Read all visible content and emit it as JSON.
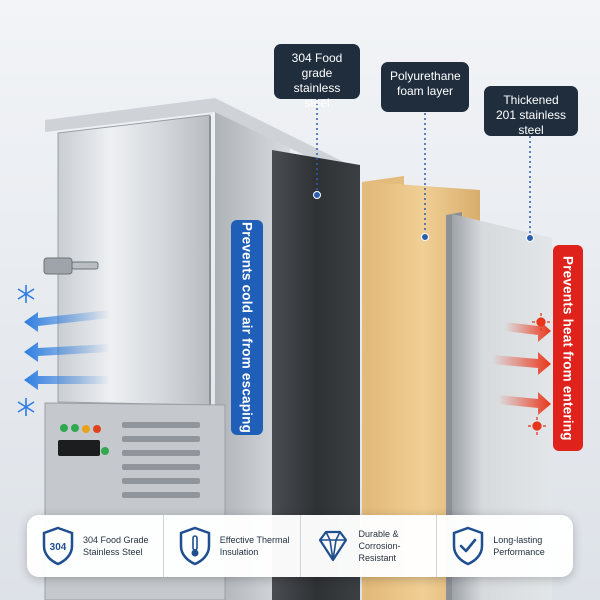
{
  "callouts": {
    "stainless_304": "304 Food grade stainless steel",
    "foam": "Polyurethane foam layer",
    "stainless_201": "Thickened 201 stainless steel"
  },
  "banners": {
    "cold": "Prevents cold air from escaping",
    "heat": "Prevents heat from entering"
  },
  "colors": {
    "blue_banner": "#1f5fb8",
    "red_banner": "#e0221c",
    "callout_bg": "#1f2d3d"
  },
  "features": [
    {
      "label": "304 Food Grade Stainless Steel",
      "icon": "304-shield-icon",
      "badge_text": "304"
    },
    {
      "label": "Effective Thermal Insulation",
      "icon": "thermometer-shield-icon"
    },
    {
      "label": "Durable & Corrosion-Resistant",
      "icon": "diamond-icon"
    },
    {
      "label": "Long-lasting Performance",
      "icon": "check-shield-icon"
    }
  ]
}
